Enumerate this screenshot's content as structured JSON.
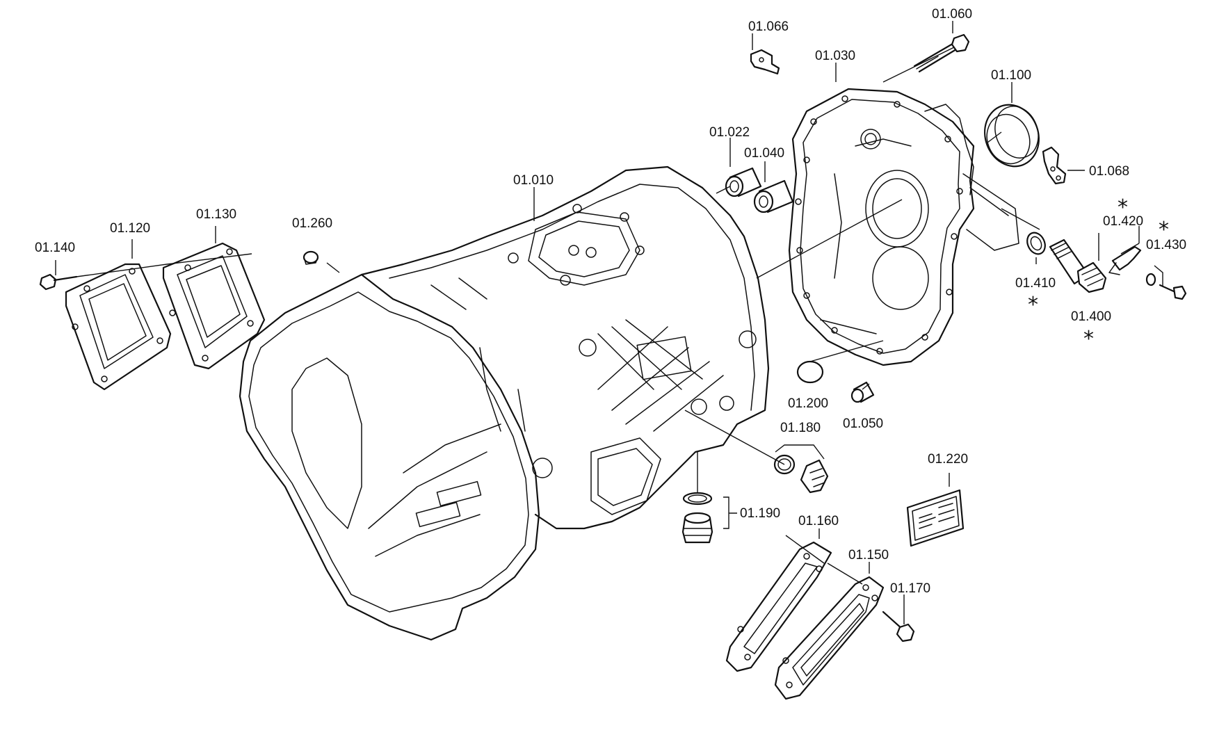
{
  "labels": {
    "p01010": "01.010",
    "p01022": "01.022",
    "p01030": "01.030",
    "p01040": "01.040",
    "p01050": "01.050",
    "p01060": "01.060",
    "p01066": "01.066",
    "p01068": "01.068",
    "p01100": "01.100",
    "p01120": "01.120",
    "p01130": "01.130",
    "p01140": "01.140",
    "p01150": "01.150",
    "p01160": "01.160",
    "p01170": "01.170",
    "p01180": "01.180",
    "p01190": "01.190",
    "p01200": "01.200",
    "p01220": "01.220",
    "p01260": "01.260",
    "p01400": "01.400",
    "p01410": "01.410",
    "p01420": "01.420",
    "p01430": "01.430"
  },
  "markers": {
    "asterisk": "*"
  }
}
